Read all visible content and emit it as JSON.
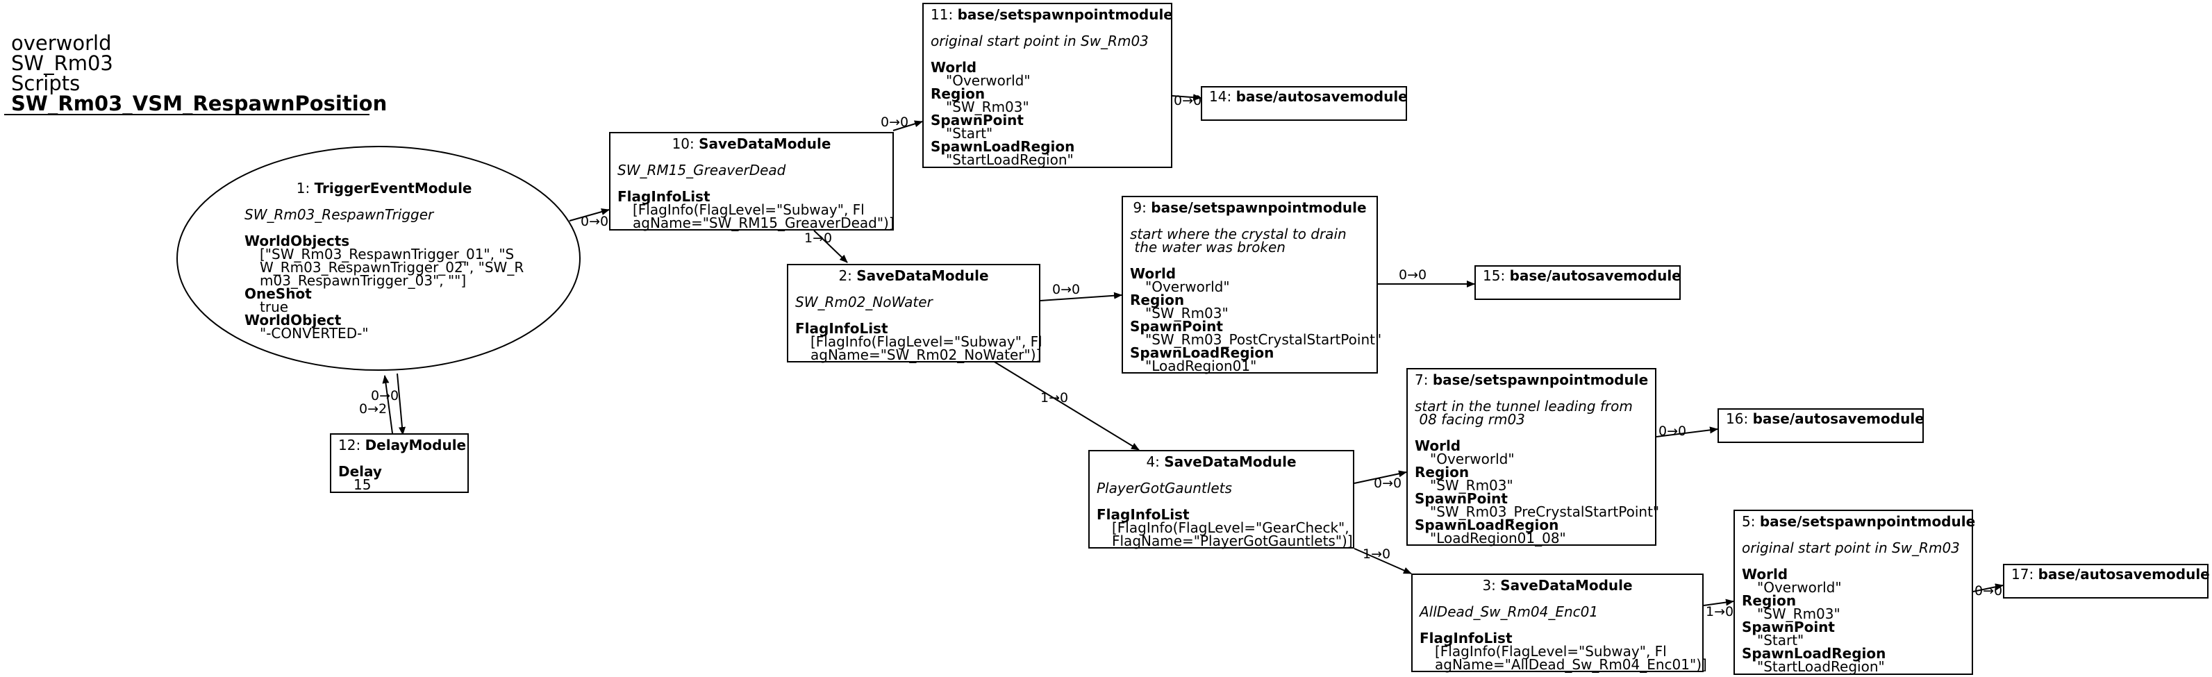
{
  "title": {
    "lines": [
      "overworld",
      "SW_Rm03",
      "Scripts"
    ],
    "main": "SW_Rm03_VSM_RespawnPosition"
  },
  "nodes": {
    "n1": {
      "id": "1",
      "type": "TriggerEventModule",
      "comment": "SW_Rm03_RespawnTrigger",
      "props": [
        {
          "name": "WorldObjects",
          "value": "[\"SW_Rm03_RespawnTrigger_01\", \"S\nW_Rm03_RespawnTrigger_02\", \"SW_R\nm03_RespawnTrigger_03\", \"\"]"
        },
        {
          "name": "OneShot",
          "value": "true"
        },
        {
          "name": "WorldObject",
          "value": "\"-CONVERTED-\""
        }
      ]
    },
    "n10": {
      "id": "10",
      "type": "SaveDataModule",
      "comment": "SW_RM15_GreaverDead",
      "props": [
        {
          "name": "FlagInfoList",
          "value": "[FlagInfo(FlagLevel=\"Subway\", Fl\nagName=\"SW_RM15_GreaverDead\")]"
        }
      ]
    },
    "n11": {
      "id": "11",
      "type": "base/setspawnpointmodule",
      "comment": "original start point in Sw_Rm03",
      "props": [
        {
          "name": "World",
          "value": "\"Overworld\""
        },
        {
          "name": "Region",
          "value": "\"SW_Rm03\""
        },
        {
          "name": "SpawnPoint",
          "value": "\"Start\""
        },
        {
          "name": "SpawnLoadRegion",
          "value": "\"StartLoadRegion\""
        }
      ]
    },
    "n14": {
      "id": "14",
      "type": "base/autosavemodule"
    },
    "n2": {
      "id": "2",
      "type": "SaveDataModule",
      "comment": "SW_Rm02_NoWater",
      "props": [
        {
          "name": "FlagInfoList",
          "value": "[FlagInfo(FlagLevel=\"Subway\", Fl\nagName=\"SW_Rm02_NoWater\")]"
        }
      ]
    },
    "n9": {
      "id": "9",
      "type": "base/setspawnpointmodule",
      "comment": "start where the crystal to drain\n the water was broken",
      "props": [
        {
          "name": "World",
          "value": "\"Overworld\""
        },
        {
          "name": "Region",
          "value": "\"SW_Rm03\""
        },
        {
          "name": "SpawnPoint",
          "value": "\"SW_Rm03_PostCrystalStartPoint\""
        },
        {
          "name": "SpawnLoadRegion",
          "value": "\"LoadRegion01\""
        }
      ]
    },
    "n15": {
      "id": "15",
      "type": "base/autosavemodule"
    },
    "n12": {
      "id": "12",
      "type": "DelayModule",
      "props": [
        {
          "name": "Delay",
          "value": "15"
        }
      ]
    },
    "n4": {
      "id": "4",
      "type": "SaveDataModule",
      "comment": "PlayerGotGauntlets",
      "props": [
        {
          "name": "FlagInfoList",
          "value": "[FlagInfo(FlagLevel=\"GearCheck\",\nFlagName=\"PlayerGotGauntlets\")]"
        }
      ]
    },
    "n7": {
      "id": "7",
      "type": "base/setspawnpointmodule",
      "comment": "start in the tunnel leading from\n 08 facing rm03",
      "props": [
        {
          "name": "World",
          "value": "\"Overworld\""
        },
        {
          "name": "Region",
          "value": "\"SW_Rm03\""
        },
        {
          "name": "SpawnPoint",
          "value": "\"SW_Rm03_PreCrystalStartPoint\""
        },
        {
          "name": "SpawnLoadRegion",
          "value": "\"LoadRegion01_08\""
        }
      ]
    },
    "n16": {
      "id": "16",
      "type": "base/autosavemodule"
    },
    "n3": {
      "id": "3",
      "type": "SaveDataModule",
      "comment": "AllDead_Sw_Rm04_Enc01",
      "props": [
        {
          "name": "FlagInfoList",
          "value": "[FlagInfo(FlagLevel=\"Subway\", Fl\nagName=\"AllDead_Sw_Rm04_Enc01\")]"
        }
      ]
    },
    "n5": {
      "id": "5",
      "type": "base/setspawnpointmodule",
      "comment": "original start point in Sw_Rm03",
      "props": [
        {
          "name": "World",
          "value": "\"Overworld\""
        },
        {
          "name": "Region",
          "value": "\"SW_Rm03\""
        },
        {
          "name": "SpawnPoint",
          "value": "\"Start\""
        },
        {
          "name": "SpawnLoadRegion",
          "value": "\"StartLoadRegion\""
        }
      ]
    },
    "n17": {
      "id": "17",
      "type": "base/autosavemodule"
    }
  },
  "edges": {
    "e1_10": "0→0",
    "e10_11": "0→0",
    "e11_14": "0→0",
    "e10_2": "1→0",
    "e2_9": "0→0",
    "e9_15": "0→0",
    "e2_4": "1→0",
    "e4_7": "0→0",
    "e7_16": "0→0",
    "e4_3": "1→0",
    "e3_5": "1→0",
    "e5_17": "0→0",
    "e1_12": "0→0",
    "e12_1": "0→2"
  }
}
